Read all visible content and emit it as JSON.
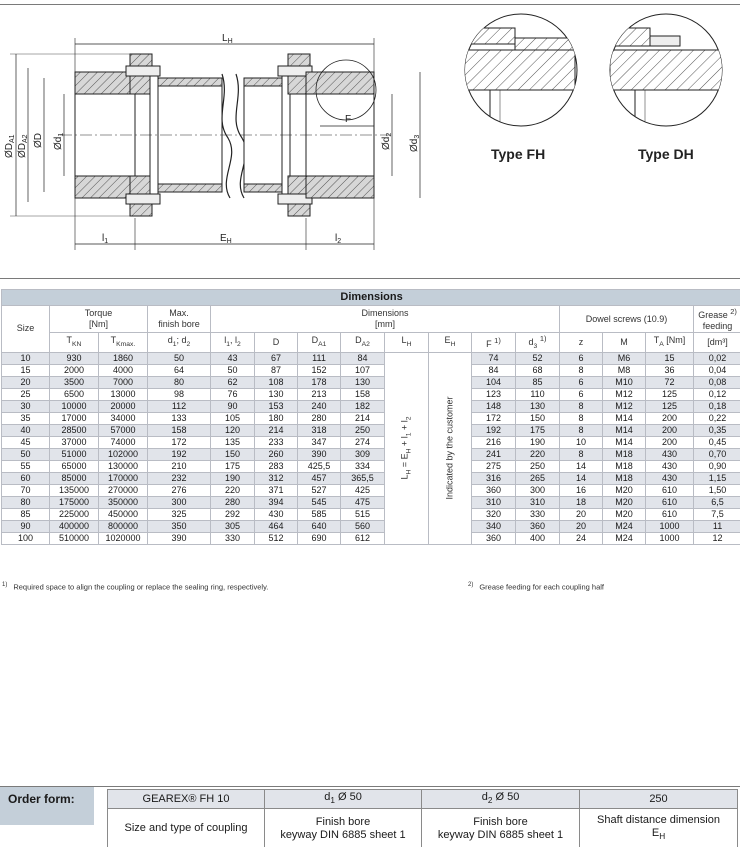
{
  "drawing": {
    "labels": {
      "lh": "L",
      "lh_sub": "H",
      "eh": "E",
      "eh_sub": "H",
      "l1": "l",
      "l1_sub": "1",
      "l2": "l",
      "l2_sub": "2",
      "f": "F",
      "da1": "ØD",
      "da1_sub": "A1",
      "da2": "ØD",
      "da2_sub": "A2",
      "d": "ØD",
      "d1": "Ød",
      "d1_sub": "1",
      "d2": "Ød",
      "d2_sub": "2",
      "d3": "Ød",
      "d3_sub": "3"
    },
    "type_fh": "Type FH",
    "type_dh": "Type DH"
  },
  "table": {
    "title": "Dimensions",
    "h_size": "Size",
    "h_torque": "Torque",
    "h_torque_unit": "[Nm]",
    "h_max": "Max.",
    "h_finish": "finish bore",
    "h_dimensions": "Dimensions",
    "h_dim_unit": "[mm]",
    "h_dowel": "Dowel screws (10.9)",
    "h_grease": "Grease",
    "h_grease_sup": "2)",
    "h_feeding": "feeding",
    "sub": {
      "tkn": "T",
      "tkn_s": "KN",
      "tkmax": "T",
      "tkmax_s": "Kmax.",
      "d12": "d",
      "d12_a": "1",
      "d12_mid": "; d",
      "d12_b": "2",
      "l12": "l",
      "l12_a": "1",
      "l12_mid": ", l",
      "l12_b": "2",
      "D": "D",
      "da1": "D",
      "da1_s": "A1",
      "da2": "D",
      "da2_s": "A2",
      "lh": "L",
      "lh_s": "H",
      "eh": "E",
      "eh_s": "H",
      "f": "F",
      "f_sup": "1)",
      "d3": "d",
      "d3_s": "3",
      "d3_sup": "1)",
      "z": "z",
      "m": "M",
      "ta": "T",
      "ta_s": "A",
      "ta_u": " [Nm]",
      "dm3": "[dm³]"
    },
    "lh_formula": "L",
    "lh_formula_s1": "H",
    "lh_formula_mid": " = E",
    "lh_formula_s2": "H",
    "lh_formula_mid2": " + l",
    "lh_formula_s3": "1",
    "lh_formula_mid3": " + l",
    "lh_formula_s4": "2",
    "eh_text": "Indicated by the customer",
    "rows": [
      [
        "10",
        "930",
        "1860",
        "50",
        "43",
        "67",
        "111",
        "84",
        "74",
        "52",
        "6",
        "M6",
        "15",
        "0,02"
      ],
      [
        "15",
        "2000",
        "4000",
        "64",
        "50",
        "87",
        "152",
        "107",
        "84",
        "68",
        "8",
        "M8",
        "36",
        "0,04"
      ],
      [
        "20",
        "3500",
        "7000",
        "80",
        "62",
        "108",
        "178",
        "130",
        "104",
        "85",
        "6",
        "M10",
        "72",
        "0,08"
      ],
      [
        "25",
        "6500",
        "13000",
        "98",
        "76",
        "130",
        "213",
        "158",
        "123",
        "110",
        "6",
        "M12",
        "125",
        "0,12"
      ],
      [
        "30",
        "10000",
        "20000",
        "112",
        "90",
        "153",
        "240",
        "182",
        "148",
        "130",
        "8",
        "M12",
        "125",
        "0,18"
      ],
      [
        "35",
        "17000",
        "34000",
        "133",
        "105",
        "180",
        "280",
        "214",
        "172",
        "150",
        "8",
        "M14",
        "200",
        "0,22"
      ],
      [
        "40",
        "28500",
        "57000",
        "158",
        "120",
        "214",
        "318",
        "250",
        "192",
        "175",
        "8",
        "M14",
        "200",
        "0,35"
      ],
      [
        "45",
        "37000",
        "74000",
        "172",
        "135",
        "233",
        "347",
        "274",
        "216",
        "190",
        "10",
        "M14",
        "200",
        "0,45"
      ],
      [
        "50",
        "51000",
        "102000",
        "192",
        "150",
        "260",
        "390",
        "309",
        "241",
        "220",
        "8",
        "M18",
        "430",
        "0,70"
      ],
      [
        "55",
        "65000",
        "130000",
        "210",
        "175",
        "283",
        "425,5",
        "334",
        "275",
        "250",
        "14",
        "M18",
        "430",
        "0,90"
      ],
      [
        "60",
        "85000",
        "170000",
        "232",
        "190",
        "312",
        "457",
        "365,5",
        "316",
        "265",
        "14",
        "M18",
        "430",
        "1,15"
      ],
      [
        "70",
        "135000",
        "270000",
        "276",
        "220",
        "371",
        "527",
        "425",
        "360",
        "300",
        "16",
        "M20",
        "610",
        "1,50"
      ],
      [
        "80",
        "175000",
        "350000",
        "300",
        "280",
        "394",
        "545",
        "475",
        "310",
        "310",
        "18",
        "M20",
        "610",
        "6,5"
      ],
      [
        "85",
        "225000",
        "450000",
        "325",
        "292",
        "430",
        "585",
        "515",
        "320",
        "330",
        "20",
        "M20",
        "610",
        "7,5"
      ],
      [
        "90",
        "400000",
        "800000",
        "350",
        "305",
        "464",
        "640",
        "560",
        "340",
        "360",
        "20",
        "M24",
        "1000",
        "11"
      ],
      [
        "100",
        "510000",
        "1020000",
        "390",
        "330",
        "512",
        "690",
        "612",
        "360",
        "400",
        "24",
        "M24",
        "1000",
        "12"
      ]
    ]
  },
  "footnotes": {
    "n1_mark": "1)",
    "n1": "Required space to align the coupling or replace the sealing ring, respectively.",
    "n2_mark": "2)",
    "n2": "Grease feeding for each coupling half"
  },
  "order": {
    "label": "Order form:",
    "values": [
      "GEAREX® FH 10",
      "d",
      "250"
    ],
    "v2_sub": "1",
    "v2_rest": " Ø 50",
    "v3": "d",
    "v3_sub": "2",
    "v3_rest": " Ø 50",
    "desc1": "Size and type of coupling",
    "desc2_l1": "Finish bore",
    "desc2_l2": "keyway DIN 6885 sheet 1",
    "desc3_l1": "Finish bore",
    "desc3_l2": "keyway DIN 6885 sheet 1",
    "desc4_l1": "Shaft distance dimension",
    "desc4_l2": "E",
    "desc4_sub": "H"
  }
}
